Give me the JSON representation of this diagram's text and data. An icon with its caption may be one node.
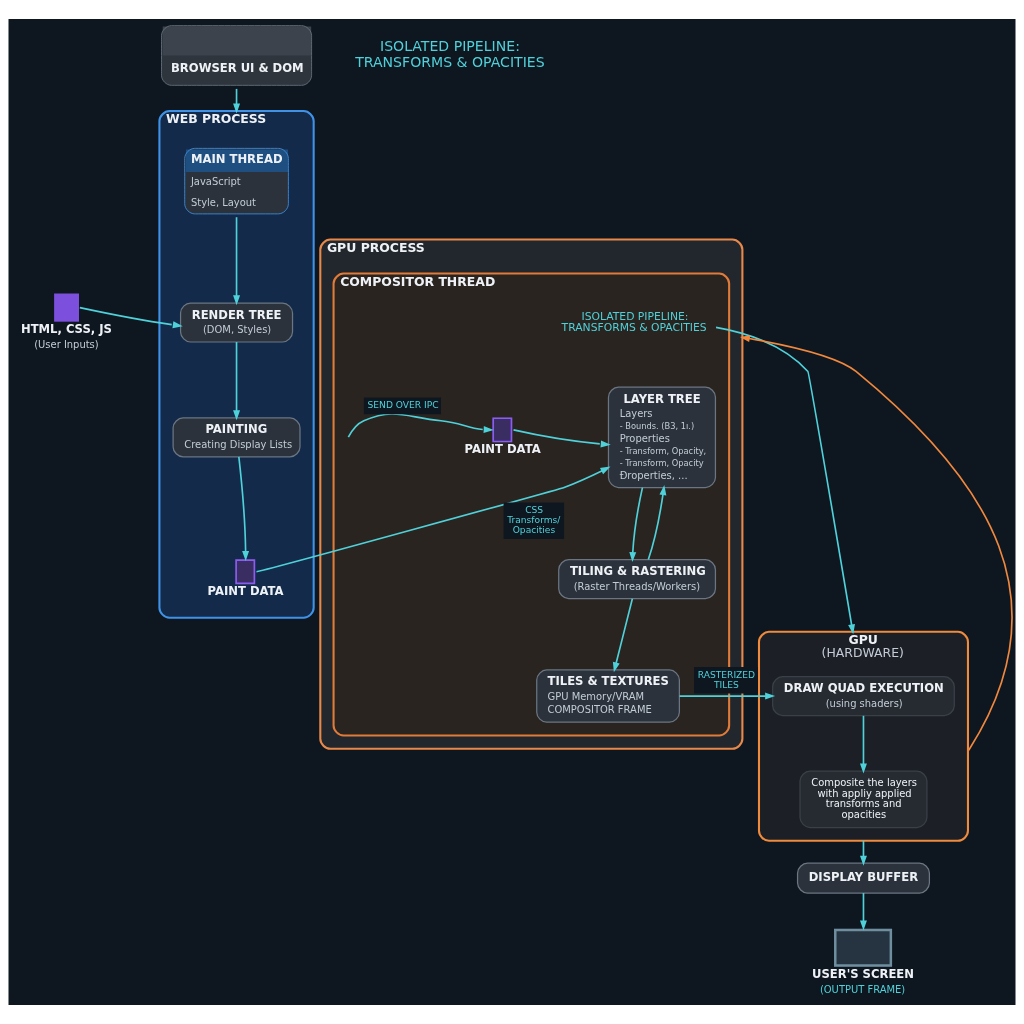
{
  "diagram": {
    "nodes": [
      {
        "text": [
          "BROWSER UI & DOM"
        ]
      },
      {
        "text": [
          "WEB PROCESS"
        ]
      },
      {
        "text": [
          "MAIN THREAD",
          "JavaScript",
          "Style, Layout"
        ],
        "in": 1
      },
      {
        "text": [
          "RENDER TREE",
          "(DOM, Styles)"
        ],
        "in": 1
      },
      {
        "text": [
          "PAINTING",
          "Creating Display Lists"
        ],
        "in": 1
      },
      {
        "text": [
          "PAINT DATA"
        ],
        "in": 1
      },
      {
        "text": [
          "HTML, CSS, JS",
          "(User Inputs)"
        ]
      },
      {
        "text": [
          "GPU PROCESS"
        ]
      },
      {
        "text": [
          "COMPOSITOR THREAD"
        ],
        "in": 7
      },
      {
        "text": [
          "ISOLATED PIPELINE: TRANSFORMS & OPACITIES"
        ],
        "in": 8
      },
      {
        "text": [
          "PAINT DATA"
        ],
        "in": 8
      },
      {
        "text": [
          "LAYER TREE",
          "Layers",
          "- Bounds. (B3, 1ı.)",
          "Properties",
          "- Transform, Opacity,",
          "- Transform, Opacity",
          "Ðroperties, ..."
        ],
        "in": 8
      },
      {
        "text": [
          "TILING & RASTERING",
          "(Raster Threads/Workers)"
        ],
        "in": 8
      },
      {
        "text": [
          "TILES & TEXTURES",
          "GPU Memory/VRAM",
          "COMPOSITOR FRAME"
        ],
        "in": 8
      },
      {
        "text": [
          "GPU",
          "(HARDWARE)"
        ]
      },
      {
        "text": [
          "DRAW QUAD EXECUTION",
          "(using shaders)"
        ],
        "in": 14
      },
      {
        "text": [
          "Composite the layers with appliy applied transforms and opacities"
        ],
        "in": 14
      },
      {
        "text": [
          "DISPLAY BUFFER"
        ]
      },
      {
        "text": [
          "USER'S SCREEN",
          "(OUTPUT FRAME)"
        ]
      }
    ],
    "edges": [
      {
        "from": 0,
        "to": 1,
        "arrow": "to"
      },
      {
        "from": 6,
        "to": 3,
        "arrow": "to"
      },
      {
        "from": 2,
        "to": 3,
        "arrow": "to"
      },
      {
        "from": 3,
        "to": 4,
        "arrow": "to"
      },
      {
        "from": 4,
        "to": 5,
        "arrow": "to"
      },
      {
        "from": 5,
        "to": 11,
        "arrow": "to",
        "label": "CSS Transforms/ Opacities"
      },
      {
        "from": null,
        "to": 10,
        "arrow": "to",
        "label": "SEND OVER IPC"
      },
      {
        "from": 10,
        "to": 11,
        "arrow": "to"
      },
      {
        "from": 11,
        "to": 12,
        "arrow": "to"
      },
      {
        "from": 12,
        "to": 11,
        "arrow": "to"
      },
      {
        "from": 12,
        "to": 13,
        "arrow": "to"
      },
      {
        "from": 13,
        "to": 15,
        "arrow": "to",
        "label": "RASTERIZED TILES"
      },
      {
        "from": 9,
        "to": 14,
        "arrow": "to"
      },
      {
        "from": 14,
        "to": 7,
        "arrow": "to",
        "color": "#f0883e"
      },
      {
        "from": 15,
        "to": 16,
        "arrow": "to"
      },
      {
        "from": 14,
        "to": 17,
        "arrow": "to"
      },
      {
        "from": 17,
        "to": 18,
        "arrow": "to"
      }
    ],
    "labels": [
      "ISOLATED PIPELINE: TRANSFORMS & OPACITIES"
    ]
  }
}
